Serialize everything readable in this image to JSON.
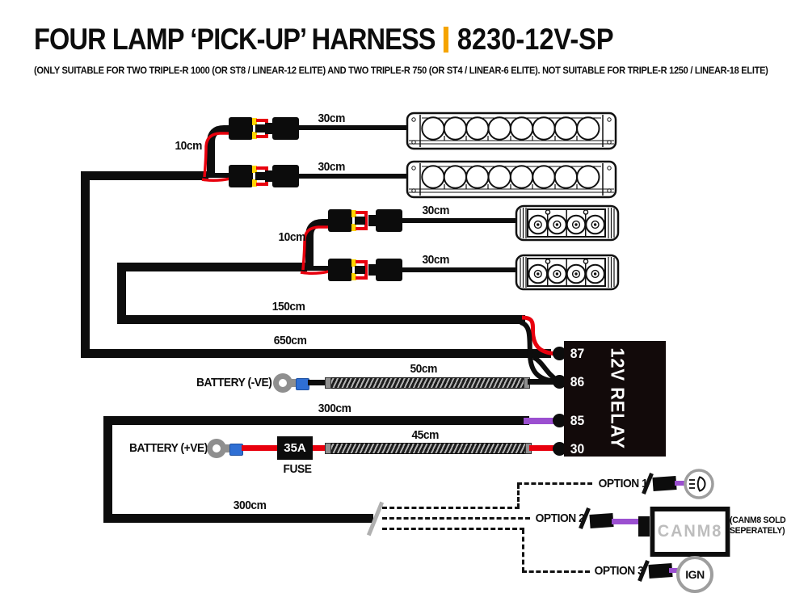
{
  "header": {
    "title": "FOUR LAMP ‘PICK-UP’ HARNESS",
    "model": "8230-12V-SP",
    "note": "(ONLY SUITABLE FOR TWO TRIPLE-R 1000 (OR ST8 / LINEAR-12 ELITE) AND TWO TRIPLE-R 750 (OR ST4 / LINEAR-6 ELITE). NOT SUITABLE FOR TRIPLE-R 1250 / LINEAR-18 ELITE)"
  },
  "measurements": {
    "split_top": "10cm",
    "lamp1_lead": "30cm",
    "lamp2_lead": "30cm",
    "split_mid": "10cm",
    "lamp3_lead": "30cm",
    "lamp4_lead": "30cm",
    "run_mid": "150cm",
    "run_main": "650cm",
    "ground_lead": "50cm",
    "relay_coil_run": "300cm",
    "fuse_to_relay": "45cm",
    "options_run": "300cm"
  },
  "battery": {
    "negative": "BATTERY (-VE)",
    "positive": "BATTERY (+VE)"
  },
  "fuse": {
    "rating": "35A",
    "caption": "FUSE"
  },
  "relay": {
    "title": "12V RELAY",
    "pins": [
      "87",
      "86",
      "85",
      "30"
    ]
  },
  "options": [
    {
      "label": "OPTION 1"
    },
    {
      "label": "OPTION 2",
      "device": "CANM8",
      "note": "(CANM8 SOLD SEPERATELY)"
    },
    {
      "label": "OPTION 3",
      "device": "IGN"
    }
  ],
  "colors": {
    "accent": "#F5A400",
    "wire_black": "#0D0D0D",
    "wire_red": "#E8000D",
    "wire_purple": "#9B4FD0",
    "connector_yellow": "#FFD400",
    "terminal_gray": "#8F8F8F",
    "crimp_blue": "#2F6FD4",
    "canm8_text": "#BDBDBD"
  }
}
